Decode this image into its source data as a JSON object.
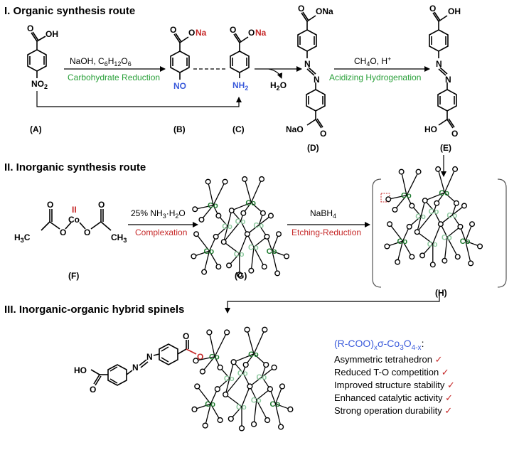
{
  "sections": {
    "organic": "I. Organic synthesis route",
    "inorganic": "II. Inorganic synthesis route",
    "hybrid": "III. Inorganic-organic hybrid spinels"
  },
  "labels": {
    "A": "(A)",
    "B": "(B)",
    "C": "(C)",
    "D": "(D)",
    "E": "(E)",
    "F": "(F)",
    "G": "(G)",
    "H": "(H)"
  },
  "atoms": {
    "OH": "OH",
    "ONa": "ONa",
    "O": "O",
    "Na": "Na",
    "NaO": "NaO",
    "HO": "HO",
    "NO2": "NO",
    "sub2": "2",
    "NO": "NO",
    "NH2": "NH",
    "N": "N",
    "H2O": "H",
    "H2O_tail": "O",
    "H3C": "H",
    "CH3": "CH",
    "sub3": "3",
    "Co": "Co",
    "II": "II"
  },
  "conditions": {
    "ab_reagent_1": "NaOH, C",
    "ab_sub1": "6",
    "ab_h": "H",
    "ab_sub2": "12",
    "ab_o": "O",
    "ab_sub3": "6",
    "ab_name": "Carbohydrate Reduction",
    "de_reagent": "CH",
    "de_sub": "4",
    "de_rest": "O, H",
    "de_sup": "+",
    "de_name": "Acidizing Hydrogenation",
    "fg_reagent": "25% NH",
    "fg_sub1": "3",
    "fg_mid": "·H",
    "fg_sub2": "2",
    "fg_end": "O",
    "fg_name": "Complexation",
    "gh_reagent": "NaBH",
    "gh_sub": "4",
    "gh_name": "Etching-Reduction"
  },
  "hybrid_formula": {
    "part1": "(R-COO)",
    "sub_x": "x",
    "sigma": "σ-Co",
    "sub3": "3",
    "o": "O",
    "sub4x": "4-x",
    "colon": ":"
  },
  "properties": [
    {
      "text": "Asymmetric tetrahedron",
      "check": "✓"
    },
    {
      "text": "Reduced T-O competition",
      "check": "✓"
    },
    {
      "text": "Improved structure stability",
      "check": "✓"
    },
    {
      "text": "Enhanced catalytic activity",
      "check": "✓"
    },
    {
      "text": "Strong operation durability",
      "check": "✓"
    }
  ],
  "colors": {
    "green": "#2aa03a",
    "red": "#c62828",
    "blue": "#3b5bdb",
    "co_dark": "#1e7a2e",
    "co_light": "#8fcaa0"
  }
}
